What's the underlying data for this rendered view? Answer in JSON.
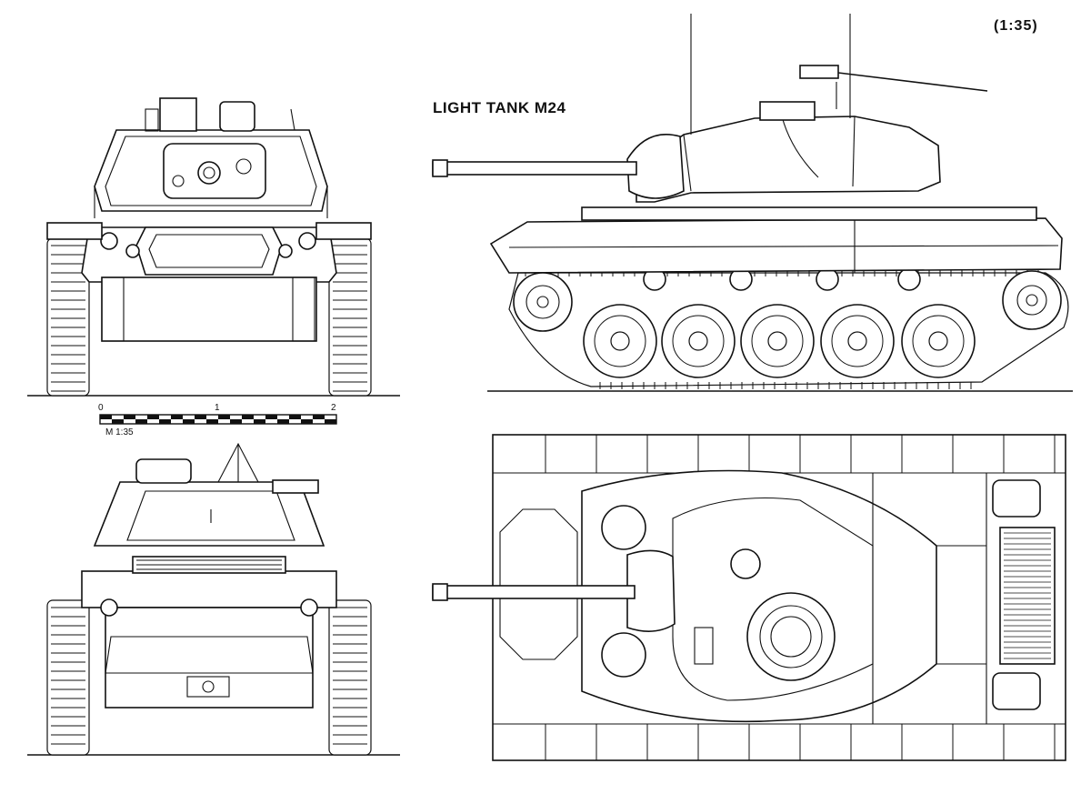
{
  "drawing": {
    "title": "LIGHT TANK M24",
    "scale_ratio": "(1:35)",
    "scale_bar": {
      "ticks": [
        "0",
        "1",
        "2"
      ],
      "label": "M 1:35"
    }
  },
  "colors": {
    "ink": "#111111",
    "paper": "#ffffff"
  }
}
